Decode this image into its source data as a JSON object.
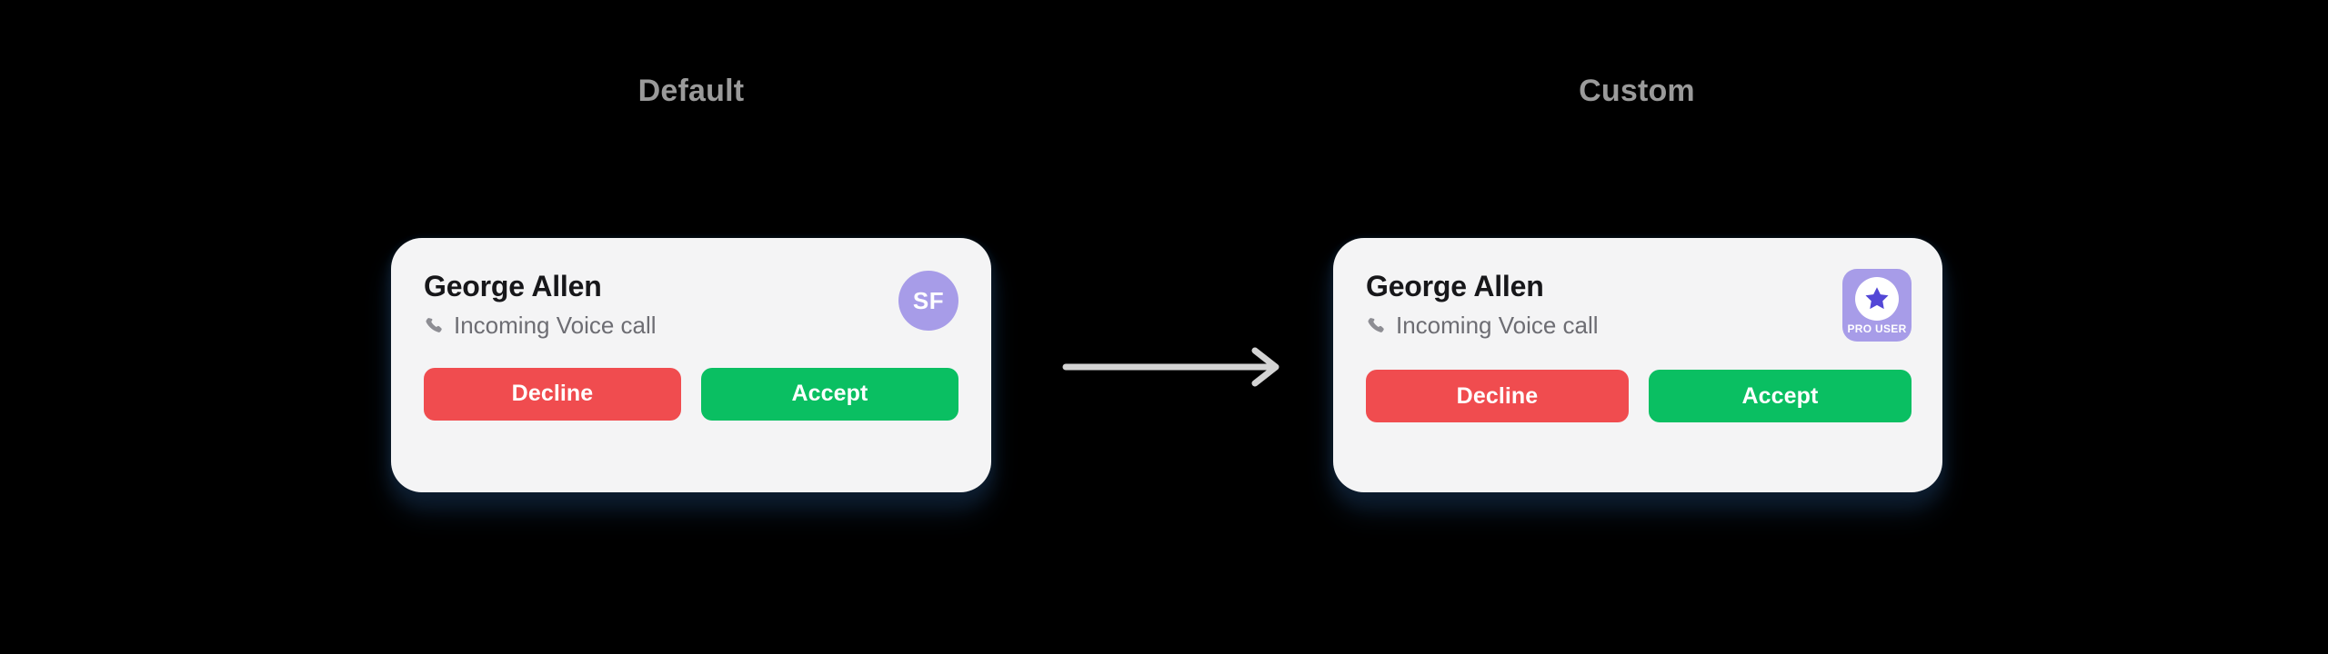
{
  "columns": {
    "left_label": "Default",
    "right_label": "Custom"
  },
  "colors": {
    "background": "#000000",
    "card_surface": "#f4f4f5",
    "accent_purple": "#a79ce8",
    "star_purple": "#5347d6",
    "decline_red": "#f04c4f",
    "accept_green": "#0abf62",
    "name_text": "#17171a",
    "status_text": "#6d6d73",
    "label_text": "#9a9a9a",
    "arrow": "#d4d4d4"
  },
  "default_card": {
    "caller_name": "George Allen",
    "call_status": "Incoming Voice call",
    "phone_icon": "phone-handset-icon",
    "avatar": {
      "initials": "SF",
      "shape": "circle"
    },
    "buttons": {
      "decline": "Decline",
      "accept": "Accept"
    }
  },
  "custom_card": {
    "caller_name": "George Allen",
    "call_status": "Incoming Voice call",
    "phone_icon": "phone-handset-icon",
    "badge": {
      "label": "PRO USER",
      "icon": "star-icon",
      "shape": "rounded-square"
    },
    "buttons": {
      "decline": "Decline",
      "accept": "Accept"
    }
  },
  "arrow": {
    "icon": "arrow-right-icon",
    "direction": "right"
  }
}
